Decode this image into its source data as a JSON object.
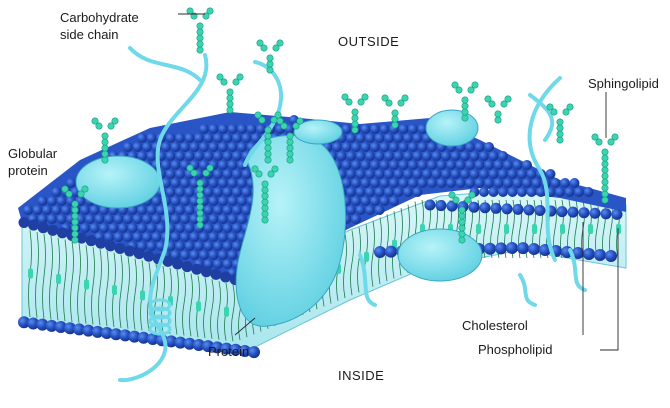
{
  "labels": {
    "carbohydrate_line1": "Carbohydrate",
    "carbohydrate_line2": "side chain",
    "outside": "OUTSIDE",
    "inside": "INSIDE",
    "globular_line1": "Globular",
    "globular_line2": "protein",
    "sphingolipid": "Sphingolipid",
    "protein": "Protein",
    "cholesterol": "Cholesterol",
    "phospholipid": "Phospholipid"
  },
  "colors": {
    "head_dark": "#1f3fa3",
    "head_mid": "#2f5fd0",
    "head_light": "#4a7fe6",
    "protein": "#7fe0ee",
    "protein_edge": "#3aa6bf",
    "carb": "#3bd4b0",
    "tail": "#1e7a4a",
    "core": "#bfeef2"
  }
}
